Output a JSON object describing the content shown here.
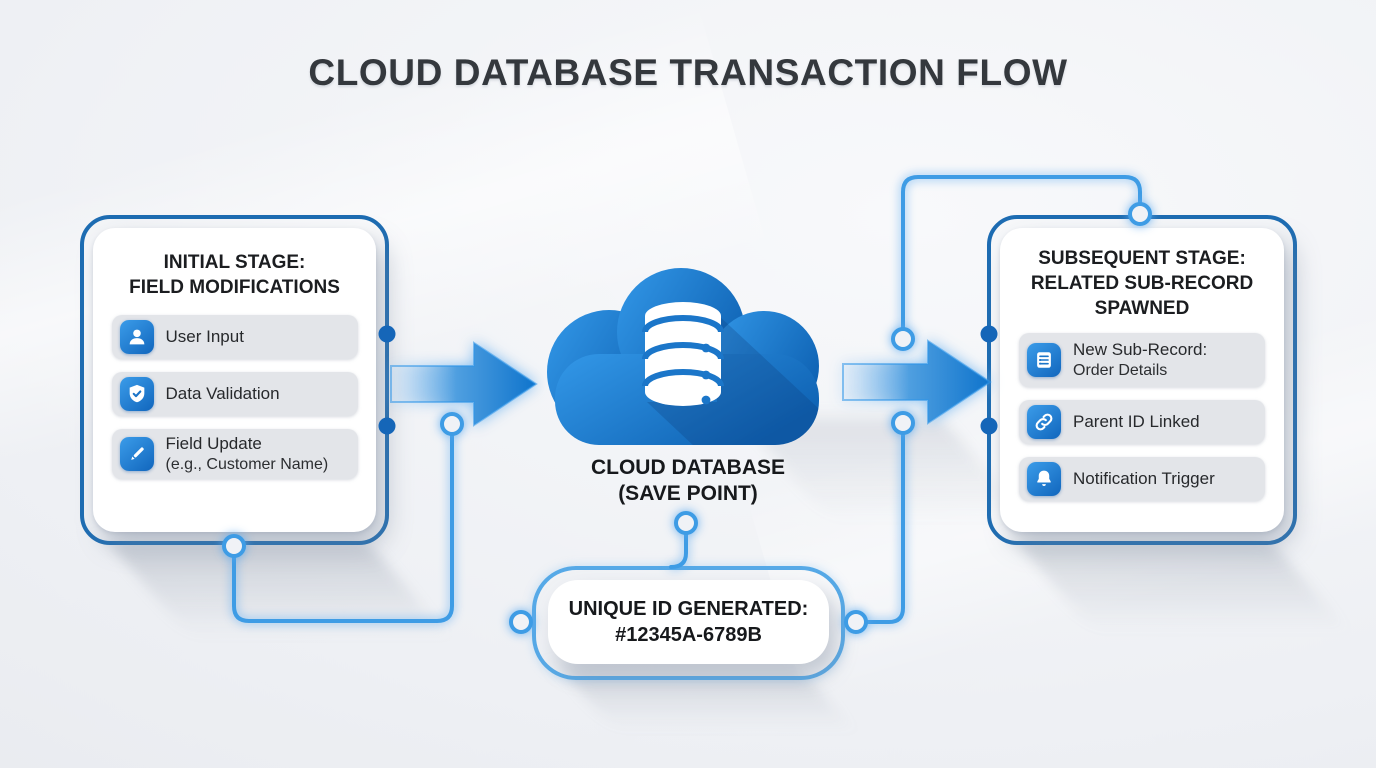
{
  "title": "CLOUD DATABASE TRANSACTION FLOW",
  "left_box": {
    "title_line1": "INITIAL STAGE:",
    "title_line2": "FIELD MODIFICATIONS",
    "items": [
      {
        "icon": "user-icon",
        "line1": "User Input"
      },
      {
        "icon": "shield-check-icon",
        "line1": "Data Validation"
      },
      {
        "icon": "pencil-icon",
        "line1": "Field Update",
        "line2": "(e.g., Customer Name)"
      }
    ]
  },
  "cloud": {
    "icon": "cloud-database-icon",
    "label_line1": "CLOUD DATABASE",
    "label_line2": "(SAVE POINT)"
  },
  "id_badge": {
    "line1": "UNIQUE ID GENERATED:",
    "line2": "#12345A-6789B"
  },
  "right_box": {
    "title_line1": "SUBSEQUENT STAGE:",
    "title_line2": "RELATED SUB-RECORD",
    "title_line3": "SPAWNED",
    "items": [
      {
        "icon": "document-icon",
        "line1": "New Sub-Record:",
        "line2": "Order Details"
      },
      {
        "icon": "link-icon",
        "line1": "Parent ID Linked"
      },
      {
        "icon": "bell-icon",
        "line1": "Notification Trigger"
      }
    ]
  },
  "colors": {
    "box_border": "#1d6cb2",
    "connector_blue": "#3e9ce5",
    "node_dot_blue": "#1566b8",
    "icon_blue_light": "#3b9ce9",
    "icon_blue_dark": "#1166bd",
    "cloud_blue_light": "#3398e8",
    "cloud_blue_dark": "#0f63b4",
    "arrow_blue_dark": "#0f74cc",
    "item_background": "#e3e5e9",
    "text_dark": "#1b1d20",
    "page_background": "#eef0f4"
  }
}
